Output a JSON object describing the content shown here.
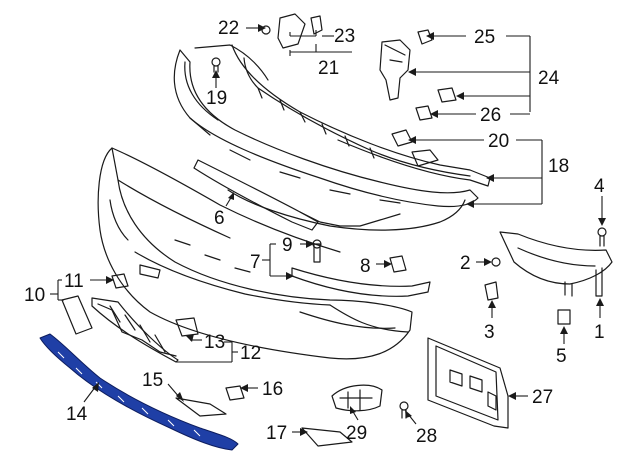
{
  "diagram": {
    "highlight_color": "#1f3fa6",
    "highlighted_part": "14",
    "callouts": [
      {
        "id": "c1",
        "text": "1"
      },
      {
        "id": "c2",
        "text": "2"
      },
      {
        "id": "c3",
        "text": "3"
      },
      {
        "id": "c4",
        "text": "4"
      },
      {
        "id": "c5",
        "text": "5"
      },
      {
        "id": "c6",
        "text": "6"
      },
      {
        "id": "c7",
        "text": "7"
      },
      {
        "id": "c8",
        "text": "8"
      },
      {
        "id": "c9",
        "text": "9"
      },
      {
        "id": "c10",
        "text": "10"
      },
      {
        "id": "c11",
        "text": "11"
      },
      {
        "id": "c12",
        "text": "12"
      },
      {
        "id": "c13",
        "text": "13"
      },
      {
        "id": "c14",
        "text": "14"
      },
      {
        "id": "c15",
        "text": "15"
      },
      {
        "id": "c16",
        "text": "16"
      },
      {
        "id": "c17",
        "text": "17"
      },
      {
        "id": "c18",
        "text": "18"
      },
      {
        "id": "c19",
        "text": "19"
      },
      {
        "id": "c20",
        "text": "20"
      },
      {
        "id": "c21",
        "text": "21"
      },
      {
        "id": "c22",
        "text": "22"
      },
      {
        "id": "c23",
        "text": "23"
      },
      {
        "id": "c24",
        "text": "24"
      },
      {
        "id": "c25",
        "text": "25"
      },
      {
        "id": "c26",
        "text": "26"
      },
      {
        "id": "c27",
        "text": "27"
      },
      {
        "id": "c28",
        "text": "28"
      },
      {
        "id": "c29",
        "text": "29"
      }
    ]
  }
}
